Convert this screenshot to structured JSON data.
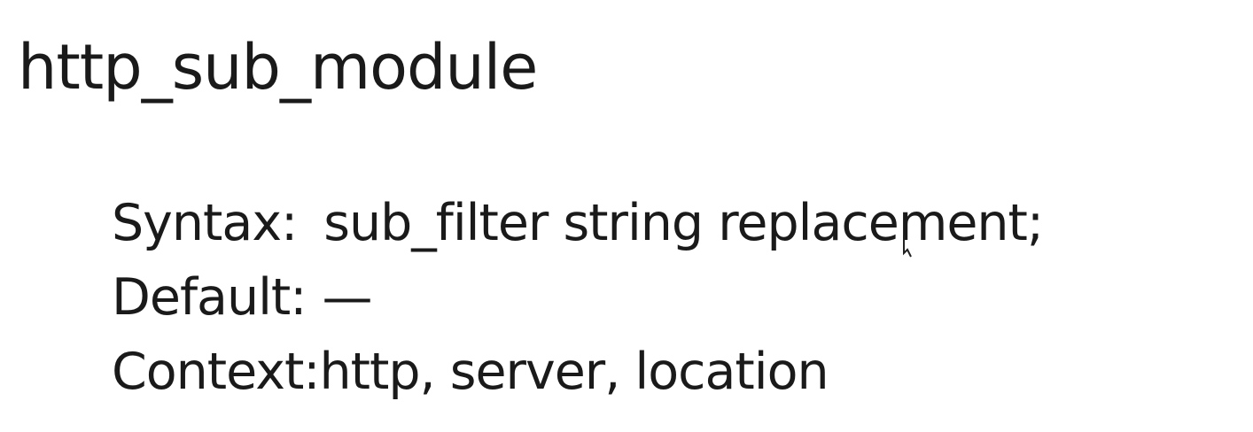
{
  "module": {
    "title": "http_sub_module"
  },
  "directive": {
    "syntax_label": "Syntax:",
    "syntax_value": "sub_filter string replacement;",
    "default_label": "Default:",
    "default_value": "—",
    "context_label": "Context:",
    "context_value": "http, server, location"
  },
  "cursor": {
    "icon": "text-cursor-icon"
  }
}
